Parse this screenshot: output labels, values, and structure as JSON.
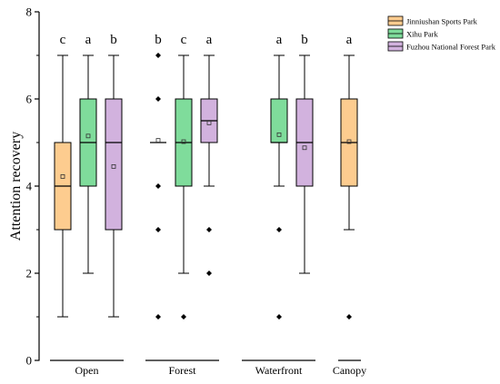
{
  "chart_data": {
    "type": "box",
    "ylabel": "Attention recovery",
    "ylim": [
      0,
      8
    ],
    "yticks": [
      0,
      2,
      4,
      6,
      8
    ],
    "categories": [
      "Open",
      "Forest",
      "Waterfront",
      "Canopy"
    ],
    "legend_position": "top-right",
    "series": [
      {
        "name": "Jinniushan Sports Park",
        "color": "#FDCC8F",
        "boxes": [
          {
            "category": "Open",
            "whisker_low": 1,
            "q1": 3,
            "median": 4,
            "q3": 5,
            "whisker_high": 7,
            "mean": 4.22,
            "outliers": [],
            "letter": "c"
          },
          {
            "category": "Forest",
            "whisker_low": 5,
            "q1": 5,
            "median": 5,
            "q3": 5,
            "whisker_high": 5,
            "mean": 5.05,
            "outliers": [
              1,
              3,
              4,
              6,
              7
            ],
            "letter": "b"
          },
          {
            "category": "Canopy",
            "whisker_low": 3,
            "q1": 4,
            "median": 5,
            "q3": 6,
            "whisker_high": 7,
            "mean": 5.02,
            "outliers": [
              1
            ],
            "letter": "a"
          }
        ]
      },
      {
        "name": "Xihu Park",
        "color": "#7FDC9B",
        "boxes": [
          {
            "category": "Open",
            "whisker_low": 2,
            "q1": 4,
            "median": 5,
            "q3": 6,
            "whisker_high": 7,
            "mean": 5.15,
            "outliers": [],
            "letter": "a"
          },
          {
            "category": "Forest",
            "whisker_low": 2,
            "q1": 4,
            "median": 5,
            "q3": 6,
            "whisker_high": 7,
            "mean": 5.02,
            "outliers": [
              1
            ],
            "letter": "c"
          },
          {
            "category": "Waterfront",
            "whisker_low": 4,
            "q1": 5,
            "median": 5,
            "q3": 6,
            "whisker_high": 7,
            "mean": 5.18,
            "outliers": [
              1,
              3
            ],
            "letter": "a"
          }
        ]
      },
      {
        "name": "Fuzhou National Forest Park",
        "color": "#D2B2DE",
        "boxes": [
          {
            "category": "Open",
            "whisker_low": 1,
            "q1": 3,
            "median": 5,
            "q3": 6,
            "whisker_high": 7,
            "mean": 4.45,
            "outliers": [],
            "letter": "b"
          },
          {
            "category": "Forest",
            "whisker_low": 4,
            "q1": 5,
            "median": 5.5,
            "q3": 6,
            "whisker_high": 7,
            "mean": 5.45,
            "outliers": [
              2,
              3
            ],
            "letter": "a"
          },
          {
            "category": "Waterfront",
            "whisker_low": 2,
            "q1": 4,
            "median": 5,
            "q3": 6,
            "whisker_high": 7,
            "mean": 4.88,
            "outliers": [],
            "letter": "b"
          }
        ]
      }
    ]
  }
}
